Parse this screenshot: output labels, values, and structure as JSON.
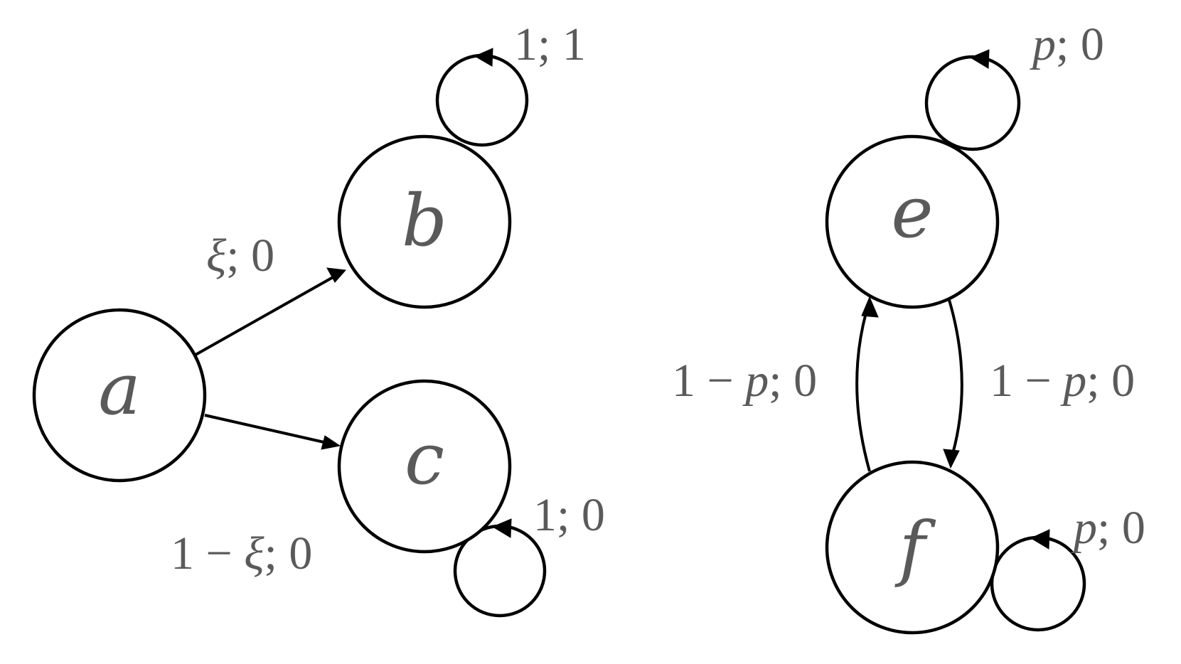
{
  "diagram": {
    "nodes": {
      "a": "a",
      "b": "b",
      "c": "c",
      "e": "e",
      "f": "f"
    },
    "edges": {
      "a_b": {
        "var": "ξ",
        "rest": "; 0"
      },
      "a_c": {
        "pre": "1 − ",
        "var": "ξ",
        "rest": "; 0"
      },
      "b_b": {
        "rest": "1; 1"
      },
      "c_c": {
        "rest": "1; 0"
      },
      "e_e": {
        "var": "p",
        "rest": "; 0"
      },
      "e_f": {
        "pre": "1 − ",
        "var": "p",
        "rest": "; 0"
      },
      "f_e": {
        "pre": "1 − ",
        "var": "p",
        "rest": "; 0"
      },
      "f_f": {
        "var": "p",
        "rest": "; 0"
      }
    }
  }
}
